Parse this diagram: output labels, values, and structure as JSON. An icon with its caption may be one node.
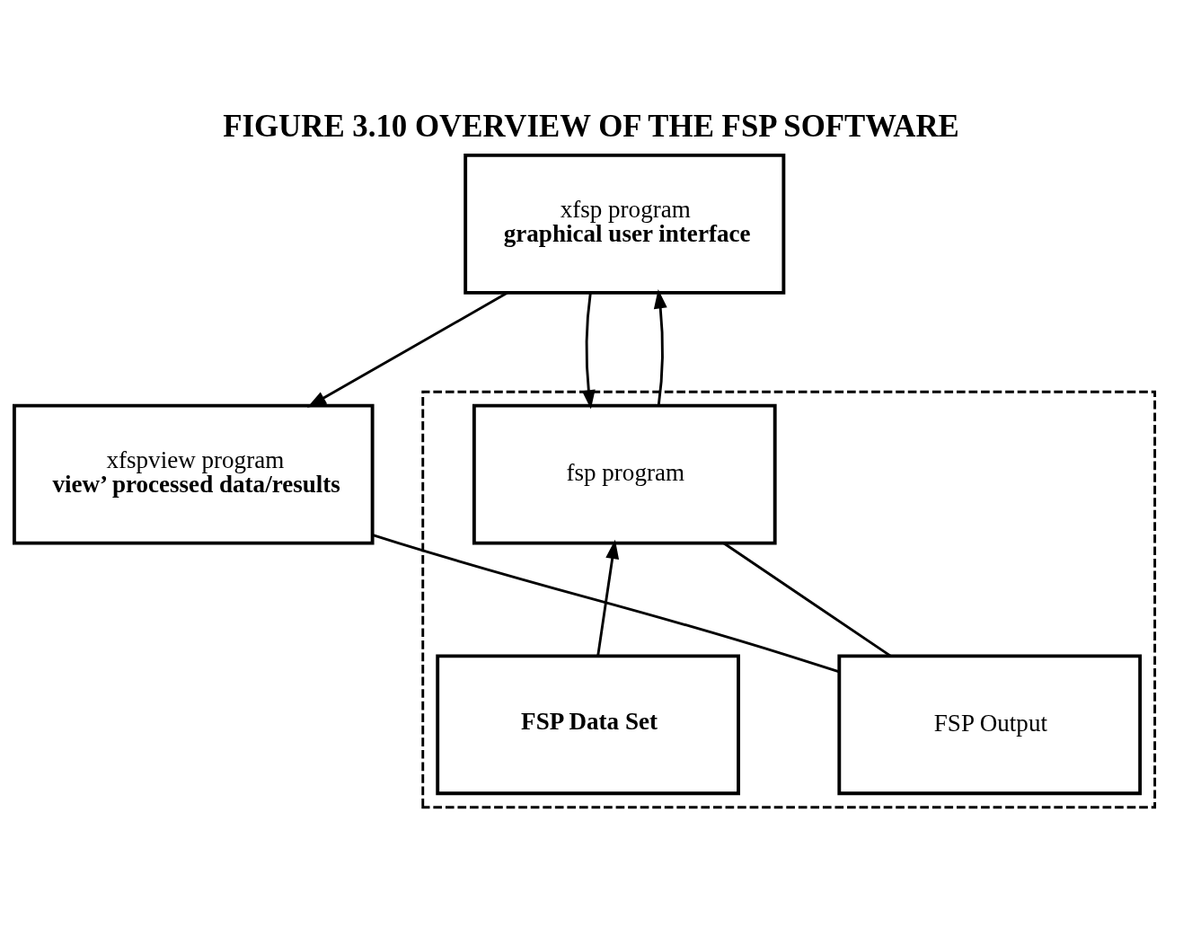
{
  "diagram": {
    "title": "FIGURE 3.10 OVERVIEW OF THE FSP SOFTWARE",
    "nodes": [
      {
        "text": [
          "xfsp program",
          "graphical user interface"
        ]
      },
      {
        "text": [
          "xfspview program",
          "view’ processed data/results"
        ]
      },
      {
        "text": [],
        "shape": "box"
      },
      {
        "text": [
          "fsp program"
        ],
        "in": 2
      },
      {
        "text": [
          "FSP Data Set"
        ],
        "in": 2
      },
      {
        "text": [
          "FSP Output"
        ],
        "in": 2
      }
    ],
    "edges": [
      {
        "from": 0,
        "to": 3,
        "arrow": "to"
      },
      {
        "from": 3,
        "to": 0,
        "arrow": "to"
      },
      {
        "from": 0,
        "to": 1,
        "arrow": "to"
      },
      {
        "from": 4,
        "to": 3,
        "arrow": "to"
      },
      {
        "from": 3,
        "to": 5,
        "arrow": "none"
      },
      {
        "from": 5,
        "to": 1,
        "arrow": "none"
      }
    ]
  }
}
